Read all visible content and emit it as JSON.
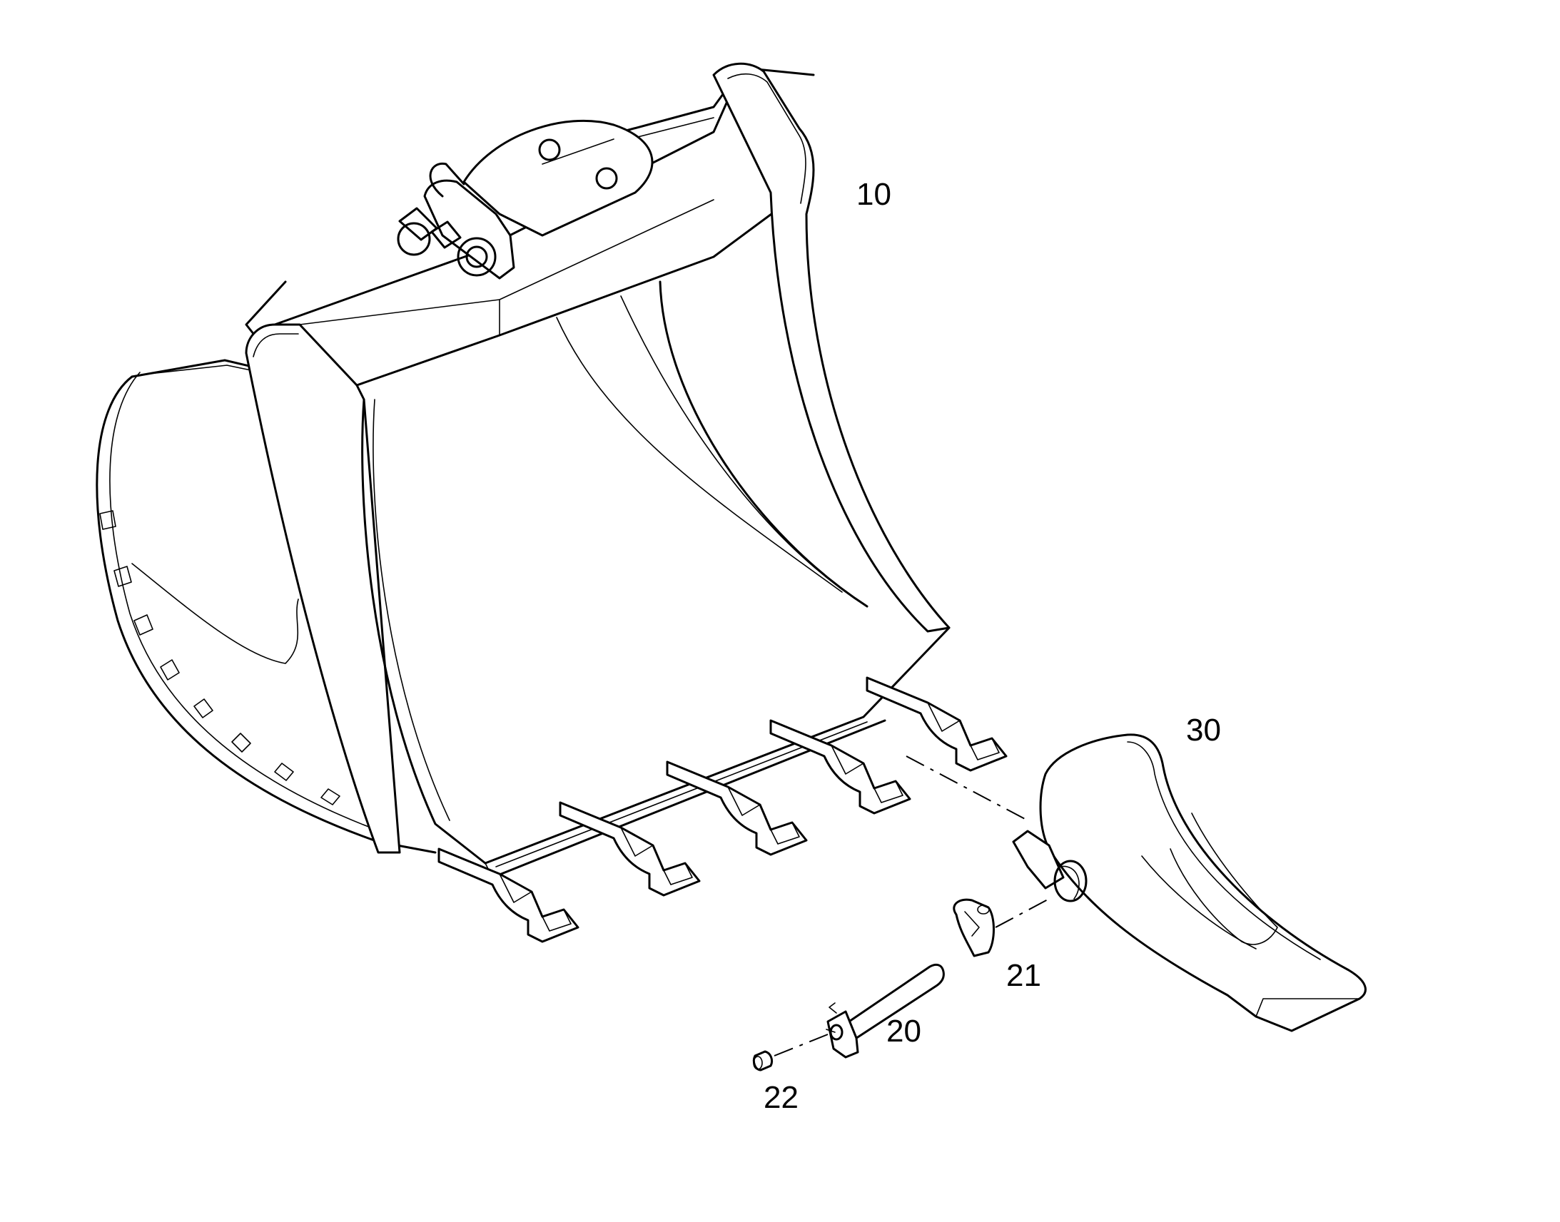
{
  "diagram": {
    "callouts": [
      {
        "id": "bucket",
        "number": "10"
      },
      {
        "id": "tooth",
        "number": "30"
      },
      {
        "id": "retainer",
        "number": "21"
      },
      {
        "id": "pin",
        "number": "20"
      },
      {
        "id": "plug",
        "number": "22"
      }
    ]
  }
}
